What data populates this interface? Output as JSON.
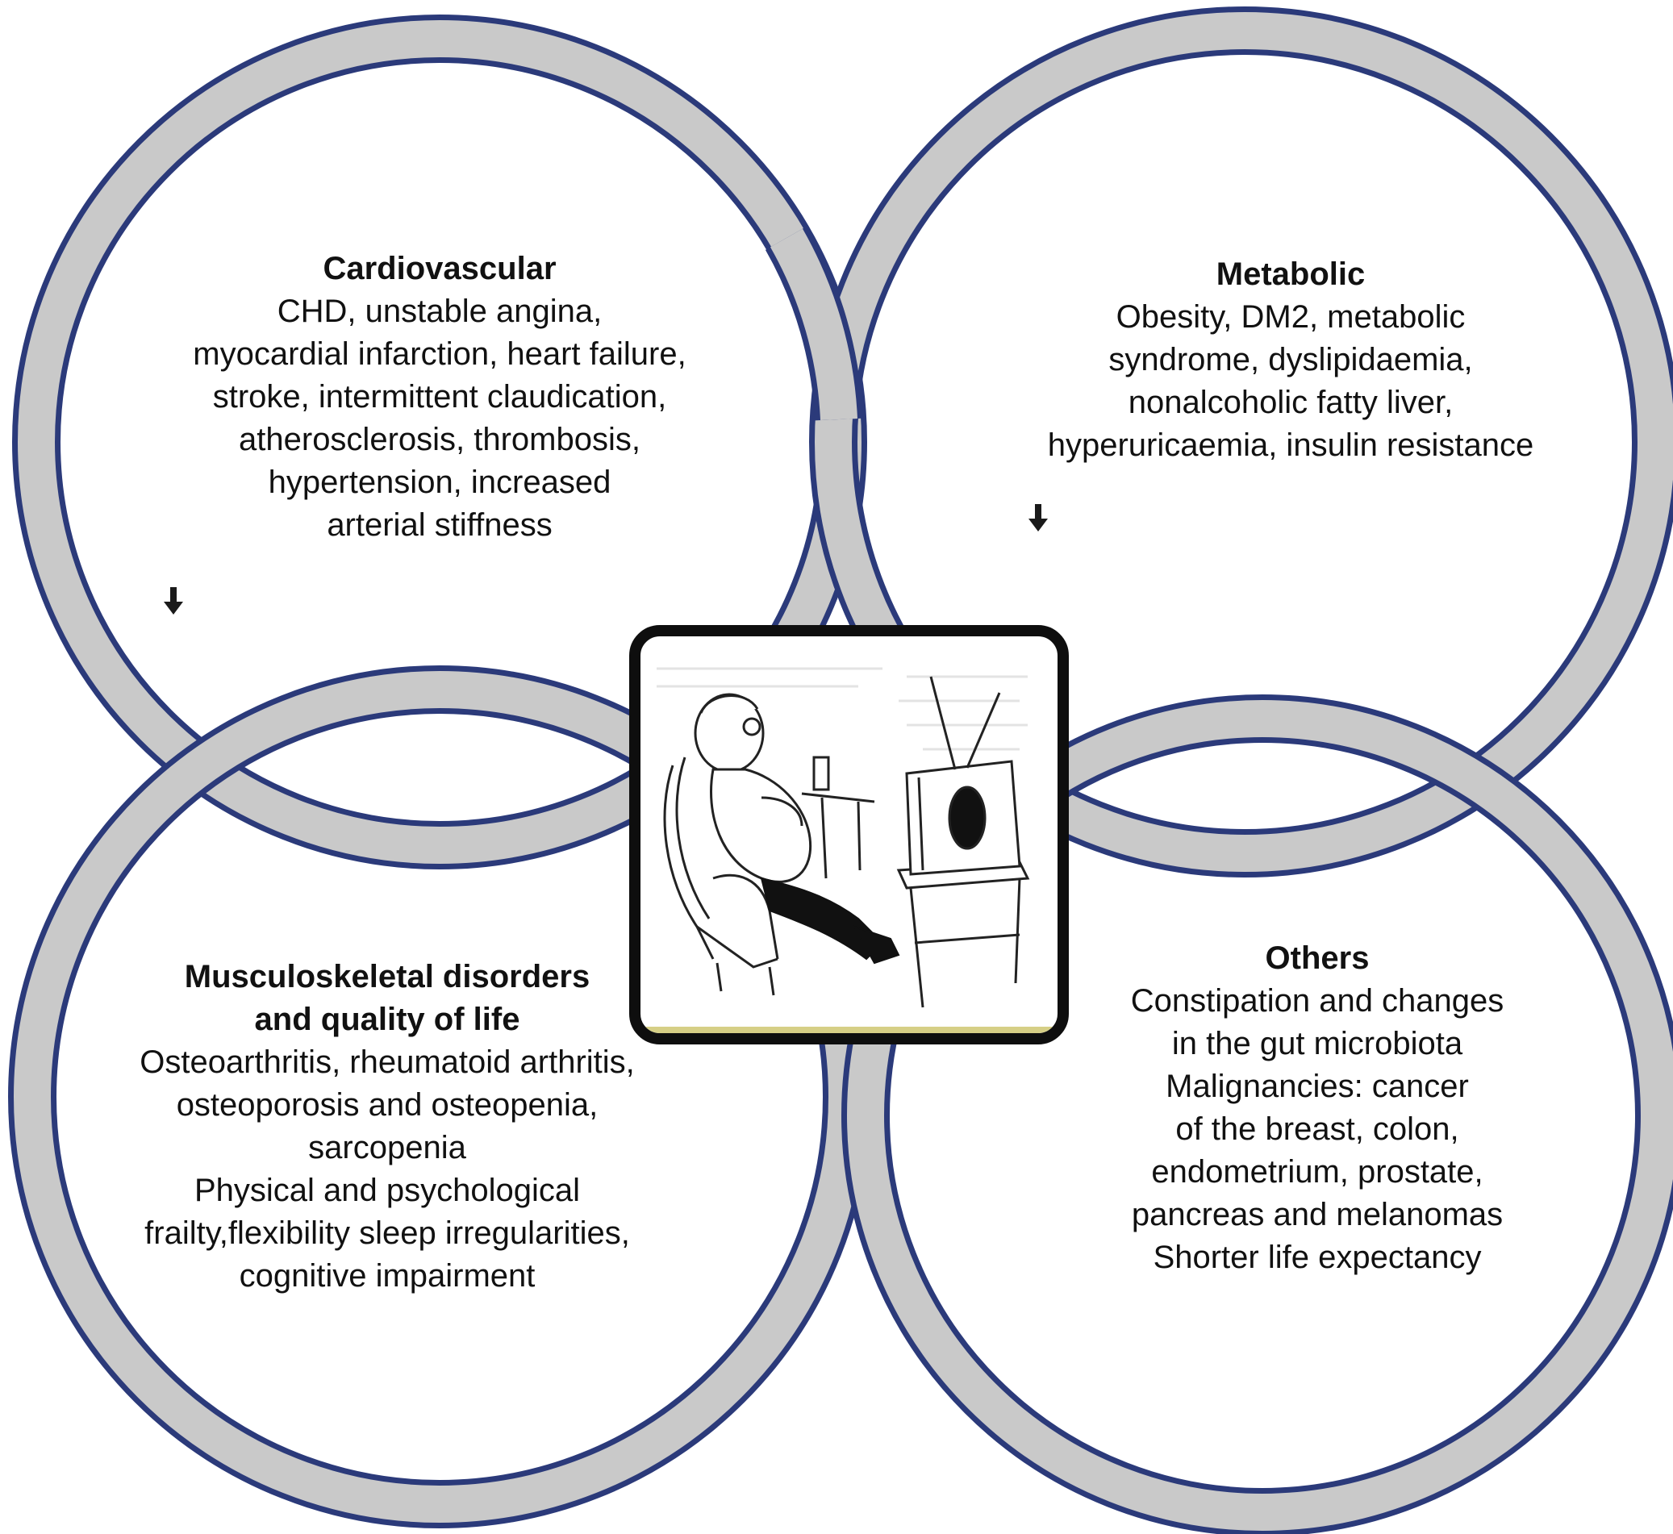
{
  "colors": {
    "ring_outer": "#2b3a7a",
    "ring_fill": "#c9c9c9",
    "arrow": "#1a1a1a",
    "center_border": "#0e0e0e"
  },
  "groups": {
    "cardiovascular": {
      "heading": "Cardiovascular",
      "lines": [
        "CHD, unstable angina,",
        "myocardial infarction, heart failure,",
        "stroke, intermittent claudication,",
        "atherosclerosis, thrombosis,",
        "hypertension, increased",
        "arterial stiffness"
      ]
    },
    "metabolic": {
      "heading": "Metabolic",
      "lines": [
        "Obesity, DM2, metabolic",
        "syndrome, dyslipidaemia,",
        "nonalcoholic fatty liver,",
        "hyperuricaemia, insulin resistance"
      ]
    },
    "musculoskeletal": {
      "heading_lines": [
        "Musculoskeletal disorders",
        "and quality of life"
      ],
      "lines": [
        "Osteoarthritis, rheumatoid arthritis,",
        "osteoporosis and osteopenia,",
        "sarcopenia",
        "Physical and psychological",
        "frailty,flexibility sleep irregularities,",
        "cognitive impairment"
      ]
    },
    "others": {
      "heading": "Others",
      "lines": [
        "Constipation and changes",
        "in the gut microbiota",
        "Malignancies: cancer",
        "of the breast, colon,",
        "endometrium, prostate,",
        "pancreas and melanomas",
        "Shorter life expectancy"
      ]
    }
  },
  "icons": {
    "center_illustration": "sedentary-person-watching-tv",
    "arrow": "down-arrow"
  }
}
